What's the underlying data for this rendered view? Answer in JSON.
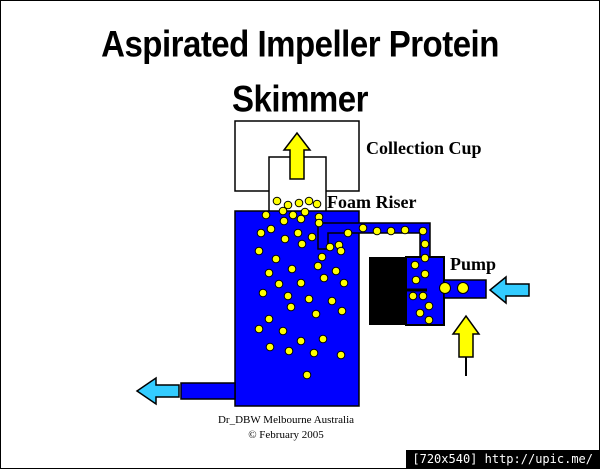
{
  "title": {
    "line1": "Aspirated Impeller Protein",
    "line2": "Skimmer"
  },
  "labels": {
    "collection_cup": "Collection Cup",
    "foam_riser": "Foam Riser",
    "pump": "Pump"
  },
  "credit": {
    "line1": "Dr_DBW Melbourne Australia",
    "line2": "© February 2005"
  },
  "watermark": "[720x540] http://upic.me/",
  "colors": {
    "water": "#0000ff",
    "bubble": "#ffff00",
    "flow_arrow": "#33ccff",
    "pump_body": "#000000"
  }
}
